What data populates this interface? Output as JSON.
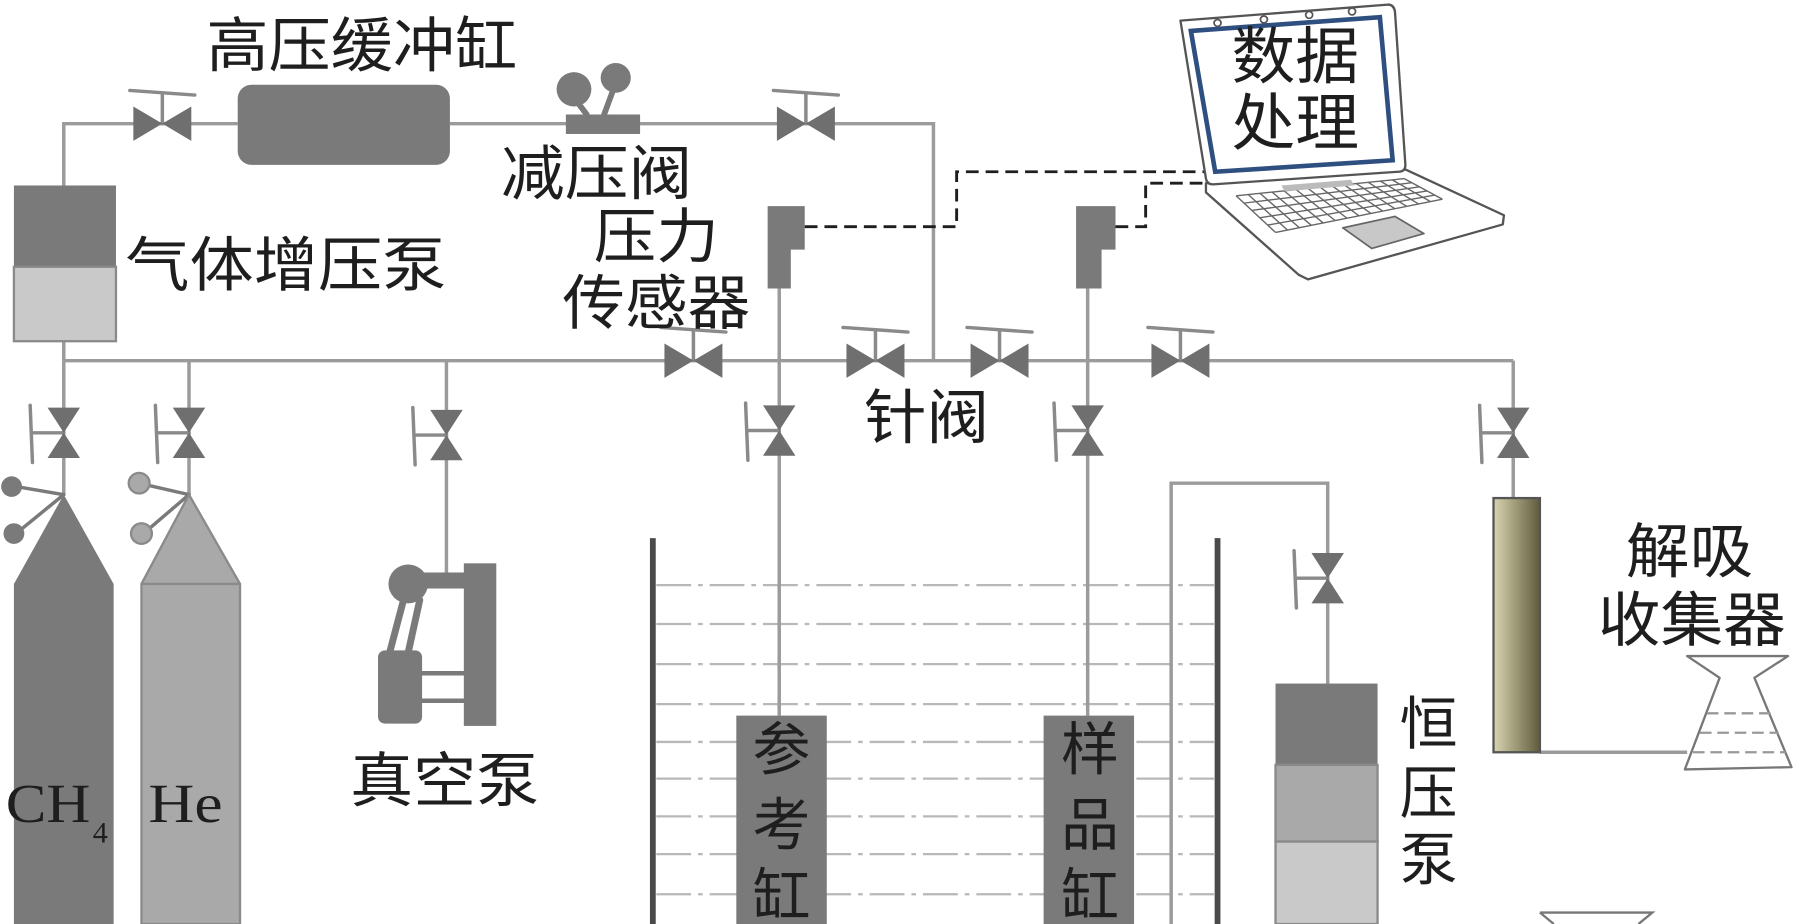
{
  "diagram": {
    "labels": {
      "buffer_tank": "高压缓冲缸",
      "gas_booster_pump": "气体增压泵",
      "pressure_reducing_valve": "减压阀",
      "pressure_sensor": [
        "压力",
        "传感器"
      ],
      "needle_valve": "针阀",
      "data_processing": [
        "数据",
        "处理"
      ],
      "desorption_collector": [
        "解吸",
        "收集器"
      ],
      "vacuum_pump": "真空泵",
      "methane_cylinder": {
        "base": "CH",
        "subscript": "4"
      },
      "helium_cylinder": "He",
      "reference_cell": [
        "参",
        "考",
        "缸"
      ],
      "sample_cell": [
        "样",
        "品",
        "缸"
      ],
      "constant_pressure_pump": [
        "恒",
        "压",
        "泵"
      ]
    }
  },
  "colors": {
    "pipe": "#9b9b9b",
    "component_dark": "#7a7a7a",
    "component_medium": "#a9a9a9",
    "component_light": "#c9c9c9",
    "valve": "#6f6f6f",
    "bath_wall": "#4a4a4a",
    "bath_water_line": "#b8b8b8",
    "data_cable": "#1e1e1e",
    "screen_border": "#2e4f80",
    "column_light": "#d9d5b2",
    "column_dark": "#5f5b3c",
    "text": "#1e1e1e"
  }
}
